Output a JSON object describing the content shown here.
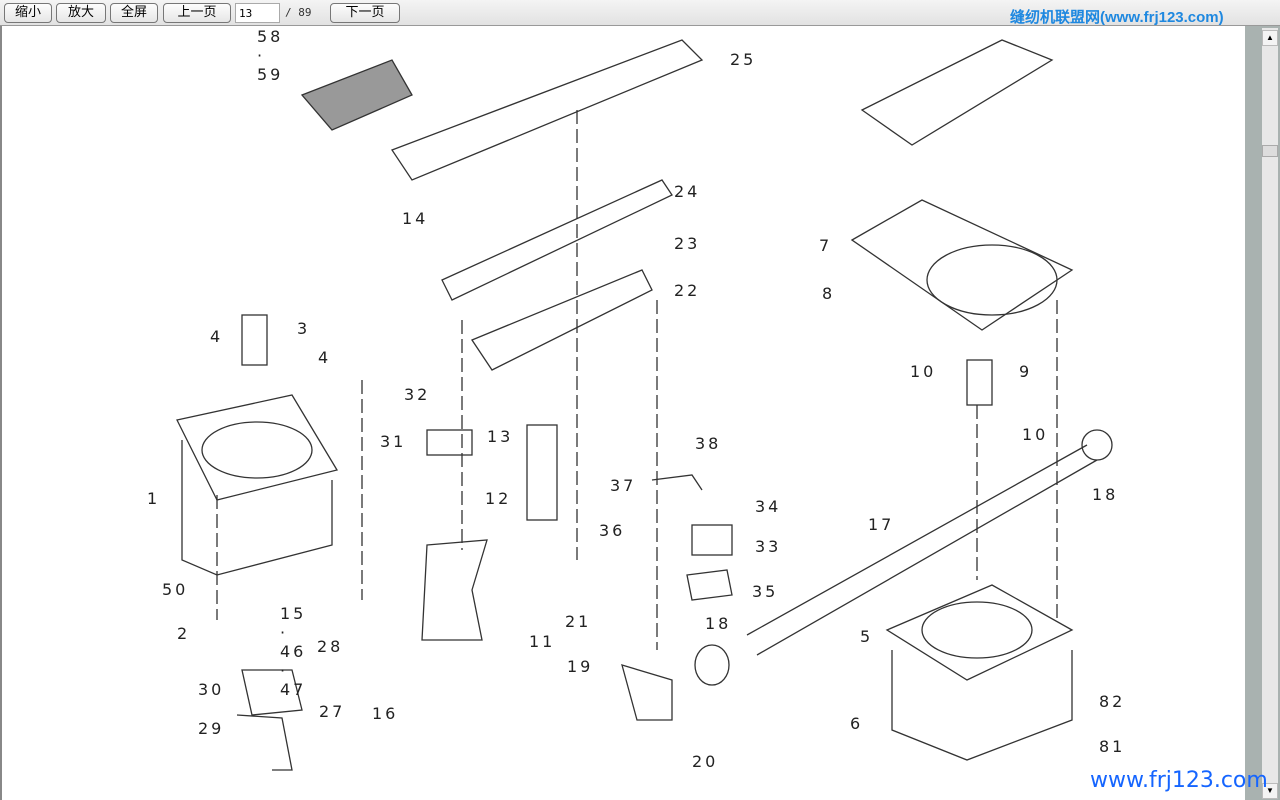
{
  "toolbar": {
    "zoom_out": "缩小",
    "zoom_in": "放大",
    "fullscreen": "全屏",
    "prev_page": "上一页",
    "page_value": "13",
    "total_pages": "/ 89",
    "next_page": "下一页"
  },
  "site_title": "缝纫机联盟网(www.frj123.com)",
  "watermark": "www.frj123.com",
  "diagram": {
    "part_labels": [
      "58 · 59",
      "25",
      "24",
      "14",
      "23",
      "22",
      "7",
      "8",
      "3",
      "4",
      "4",
      "10",
      "9",
      "10",
      "32",
      "31",
      "13",
      "12",
      "38",
      "37",
      "34",
      "36",
      "33",
      "35",
      "17",
      "18",
      "1",
      "50",
      "2",
      "15 · 46 · 47",
      "11",
      "28",
      "21",
      "18",
      "5",
      "30",
      "27",
      "16",
      "19",
      "82",
      "6",
      "29",
      "81",
      "20"
    ]
  }
}
